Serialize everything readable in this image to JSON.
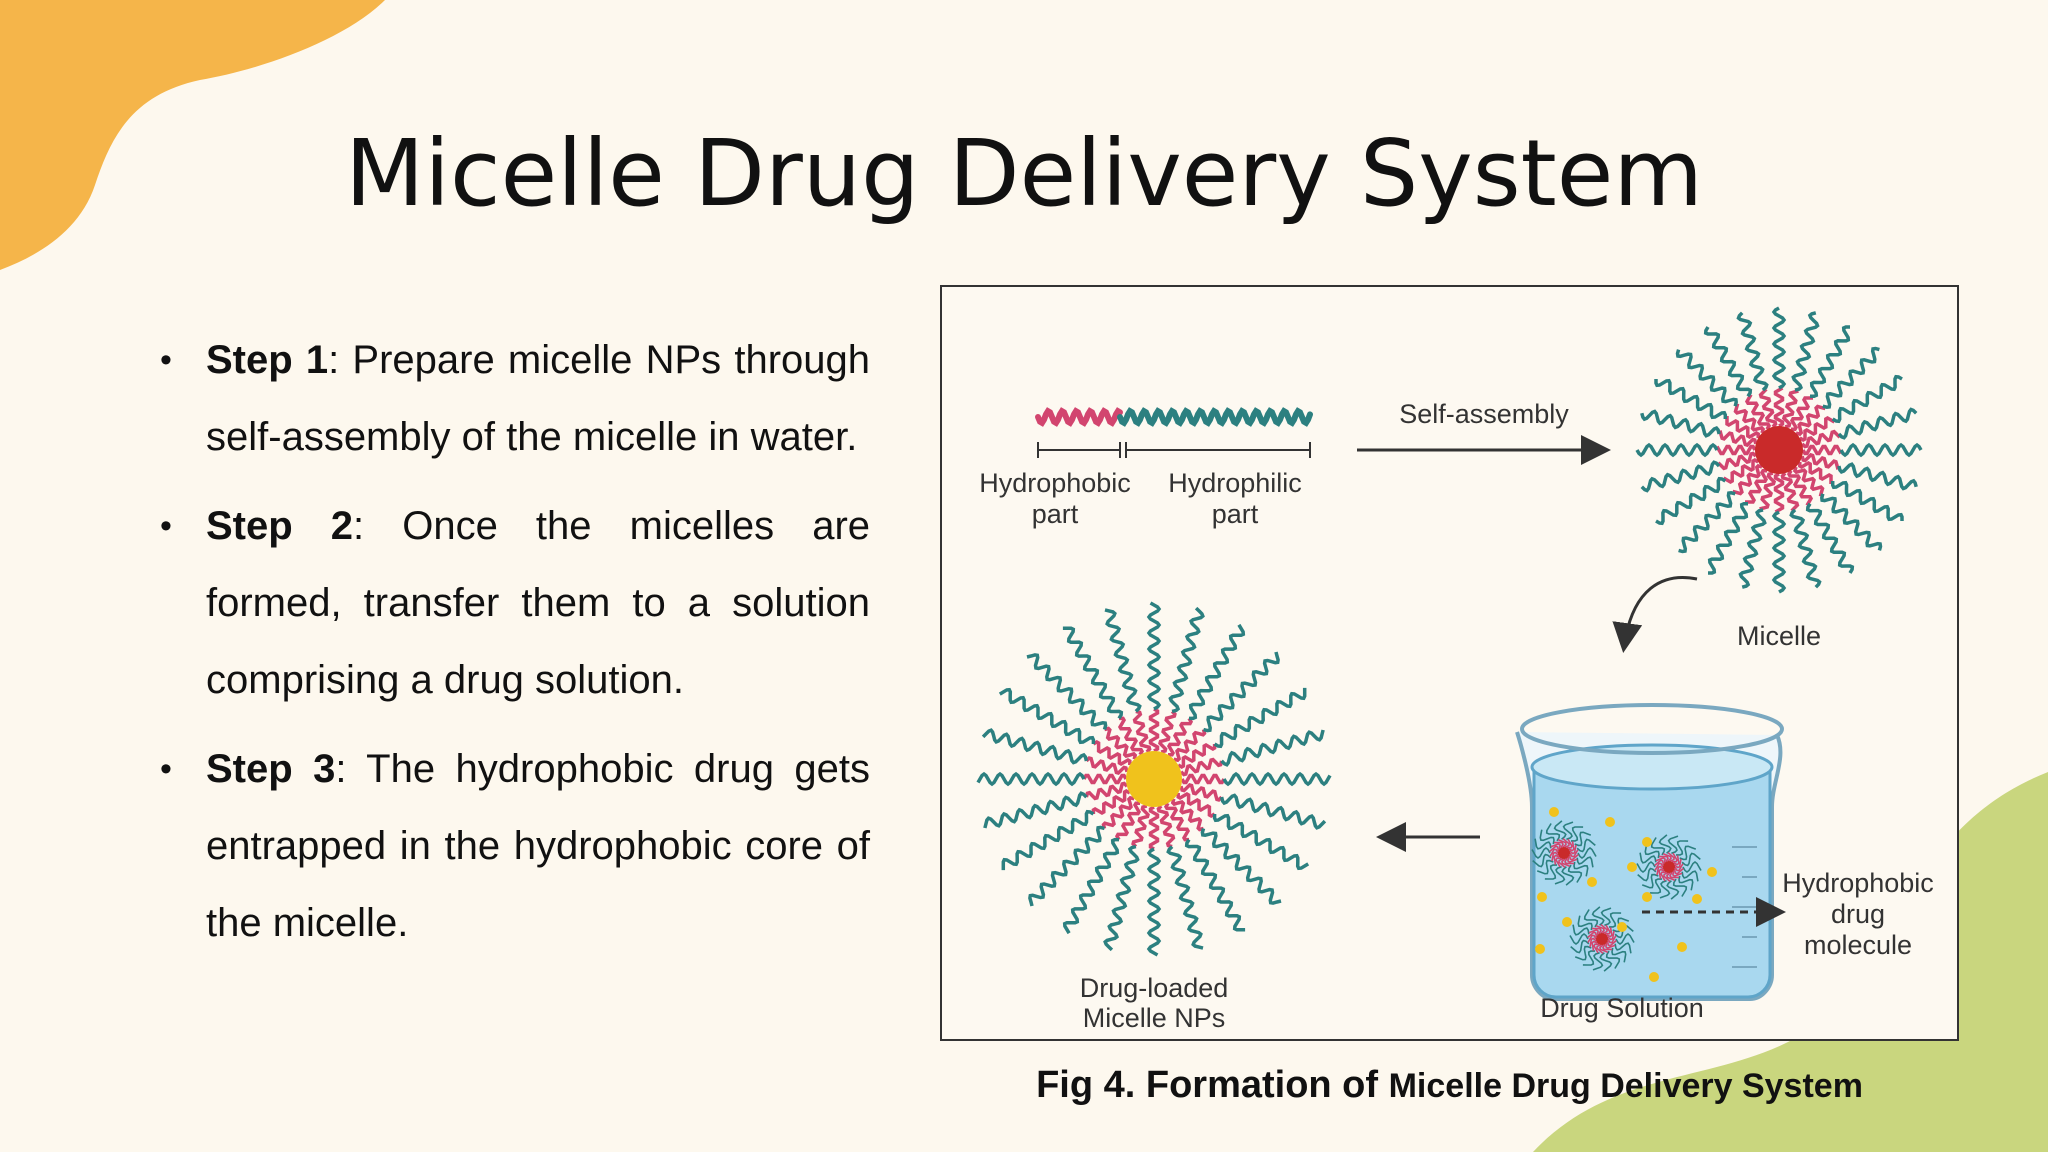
{
  "slide": {
    "title": "Micelle Drug Delivery System",
    "steps": [
      {
        "label": "Step 1",
        "text": ": Prepare micelle NPs through self-assembly of the micelle in water."
      },
      {
        "label": "Step 2",
        "text": ": Once the micelles are formed, transfer them to a solution comprising a drug solution."
      },
      {
        "label": "Step 3",
        "text": ": The hydrophobic drug gets entrapped in the hydrophobic core of the micelle."
      }
    ],
    "figure": {
      "hydrophobic_part": [
        "Hydrophobic",
        "part"
      ],
      "hydrophilic_part": [
        "Hydrophilic",
        "part"
      ],
      "self_assembly": "Self-assembly",
      "micelle": "Micelle",
      "drug_solution": "Drug Solution",
      "hydrophobic_drug": [
        "Hydrophobic",
        "drug",
        "molecule"
      ],
      "drug_loaded": [
        "Drug-loaded",
        "Micelle NPs"
      ]
    },
    "caption": {
      "prefix": "Fig 4. Formation of ",
      "suffix": "Micelle Drug Delivery System"
    },
    "colors": {
      "background": "#fdf8ee",
      "blob_orange": "#f5b54a",
      "blob_green": "#c9d67e",
      "hydrophobic_pink": "#d2456f",
      "hydrophilic_teal": "#2c8080",
      "core_red": "#c92a2a",
      "drug_yellow": "#f0c21c",
      "water_blue": "#a9d8ef"
    }
  }
}
